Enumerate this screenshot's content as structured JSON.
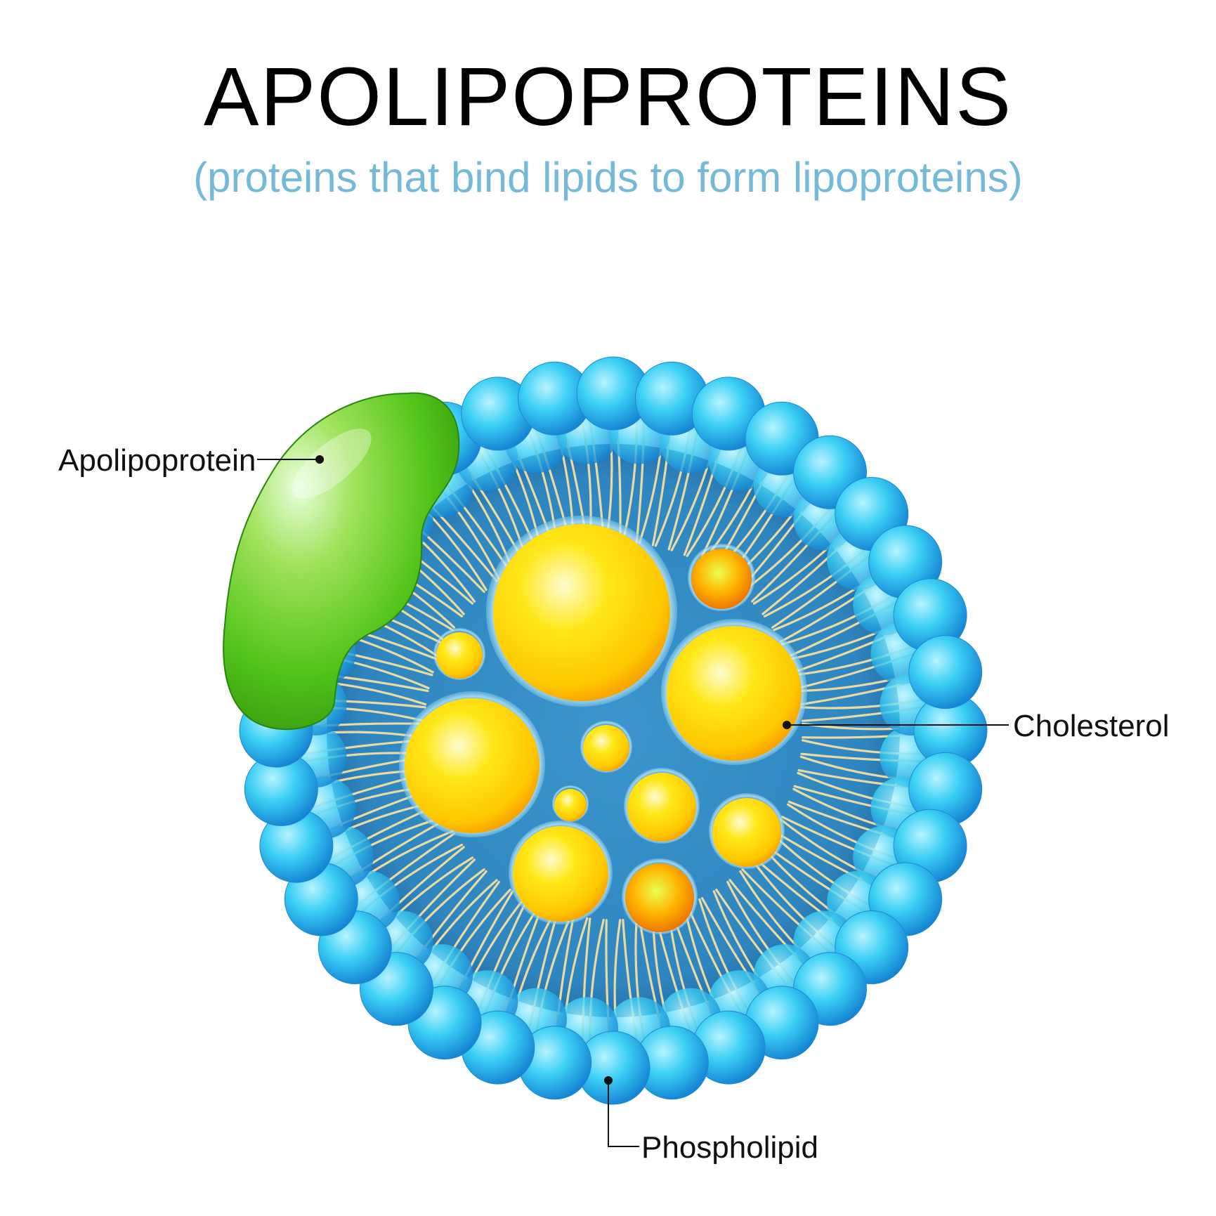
{
  "header": {
    "title": "APOLIPOPROTEINS",
    "subtitle": "(proteins that bind lipids to form lipoproteins)",
    "subtitle_color": "#75b9d9"
  },
  "labels": {
    "apolipoprotein": "Apolipoprotein",
    "cholesterol": "Cholesterol",
    "phospholipid": "Phospholipid"
  },
  "colors": {
    "phospholipid_head": "#2fc3ee",
    "core_background": "#2f86c1",
    "lipid_tail": "#ecd9a0",
    "cholesterol": "#ffd100",
    "apolipoprotein": "#4cc21b"
  }
}
